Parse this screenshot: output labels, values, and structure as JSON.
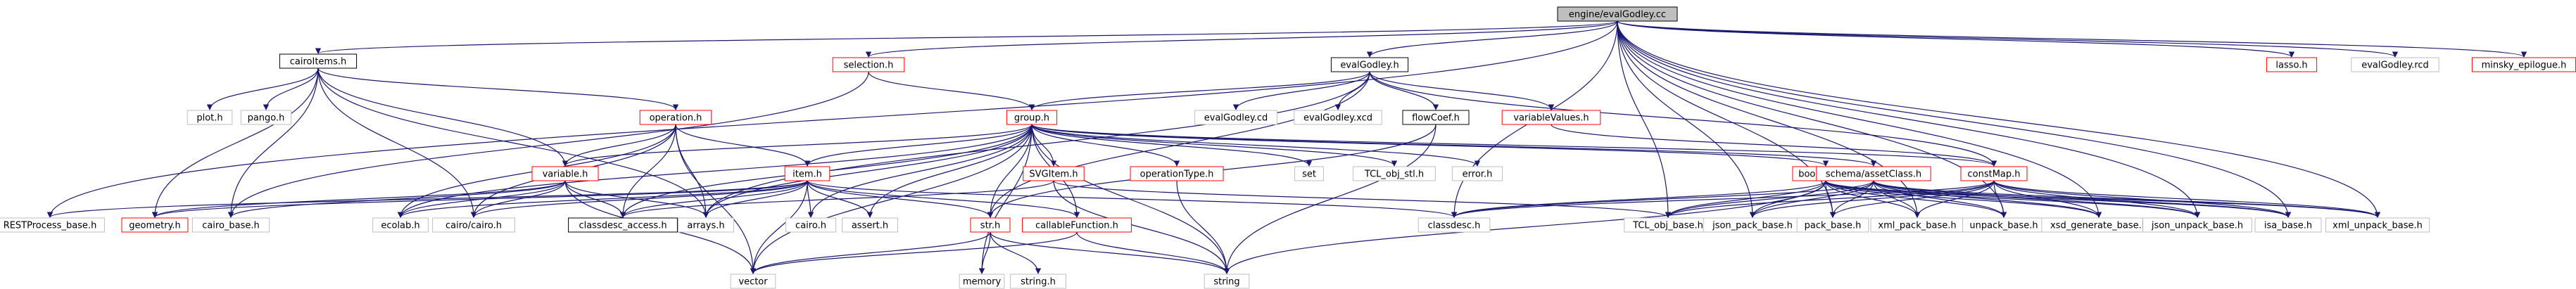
{
  "colors": {
    "edge": "#191970",
    "root_fill": "#bfbfbf",
    "root_border": "#000000",
    "doc_border": "#ff0000",
    "sys_border": "#bfbfbf",
    "plain_border": "#000000"
  },
  "nodes": {
    "root": {
      "label": "engine/evalGodley.cc",
      "kind": "root"
    },
    "cairoItems": {
      "label": "cairoItems.h",
      "kind": "plain"
    },
    "selection": {
      "label": "selection.h",
      "kind": "doc"
    },
    "evalGodley": {
      "label": "evalGodley.h",
      "kind": "plain"
    },
    "lasso": {
      "label": "lasso.h",
      "kind": "doc"
    },
    "evalGodleyrcd": {
      "label": "evalGodley.rcd",
      "kind": "sys"
    },
    "minskyEpilogue": {
      "label": "minsky_epilogue.h",
      "kind": "doc"
    },
    "plot": {
      "label": "plot.h",
      "kind": "sys"
    },
    "pango": {
      "label": "pango.h",
      "kind": "sys"
    },
    "operation": {
      "label": "operation.h",
      "kind": "doc"
    },
    "group": {
      "label": "group.h",
      "kind": "doc"
    },
    "evalGodleycd": {
      "label": "evalGodley.cd",
      "kind": "sys"
    },
    "evalGodleyxcd": {
      "label": "evalGodley.xcd",
      "kind": "sys"
    },
    "flowCoef": {
      "label": "flowCoef.h",
      "kind": "plain"
    },
    "variableValues": {
      "label": "variableValues.h",
      "kind": "doc"
    },
    "variable": {
      "label": "variable.h",
      "kind": "doc"
    },
    "item": {
      "label": "item.h",
      "kind": "doc"
    },
    "svgItem": {
      "label": "SVGItem.h",
      "kind": "doc"
    },
    "operationType": {
      "label": "operationType.h",
      "kind": "doc"
    },
    "set": {
      "label": "set",
      "kind": "sys"
    },
    "tclObjSt": {
      "label": "TCL_obj_stl.h",
      "kind": "sys"
    },
    "error": {
      "label": "error.h",
      "kind": "sys"
    },
    "bookmark": {
      "label": "bookmark.h",
      "kind": "doc"
    },
    "assetClass": {
      "label": "schema/assetClass.h",
      "kind": "doc"
    },
    "constMap": {
      "label": "constMap.h",
      "kind": "doc"
    },
    "restProcess": {
      "label": "RESTProcess_base.h",
      "kind": "sys"
    },
    "geometry": {
      "label": "geometry.h",
      "kind": "doc"
    },
    "cairoBase": {
      "label": "cairo_base.h",
      "kind": "sys"
    },
    "ecolab": {
      "label": "ecolab.h",
      "kind": "sys"
    },
    "cairoCairo": {
      "label": "cairo/cairo.h",
      "kind": "sys"
    },
    "classdescAccess": {
      "label": "classdesc_access.h",
      "kind": "plain"
    },
    "arrays": {
      "label": "arrays.h",
      "kind": "sys"
    },
    "cairo": {
      "label": "cairo.h",
      "kind": "sys"
    },
    "assert": {
      "label": "assert.h",
      "kind": "sys"
    },
    "classdesc": {
      "label": "classdesc.h",
      "kind": "sys"
    },
    "tclObjBase": {
      "label": "TCL_obj_base.h",
      "kind": "sys"
    },
    "jsonPackBase": {
      "label": "json_pack_base.h",
      "kind": "sys"
    },
    "packBase": {
      "label": "pack_base.h",
      "kind": "sys"
    },
    "xmlPackBase": {
      "label": "xml_pack_base.h",
      "kind": "sys"
    },
    "unpackBase": {
      "label": "unpack_base.h",
      "kind": "sys"
    },
    "xsdGenerate": {
      "label": "xsd_generate_base.h",
      "kind": "sys"
    },
    "jsonUnpackBase": {
      "label": "json_unpack_base.h",
      "kind": "sys"
    },
    "isaBase": {
      "label": "isa_base.h",
      "kind": "sys"
    },
    "xmlUnpackBase": {
      "label": "xml_unpack_base.h",
      "kind": "sys"
    },
    "str": {
      "label": "str.h",
      "kind": "doc"
    },
    "callableFunction": {
      "label": "callableFunction.h",
      "kind": "doc"
    },
    "vector": {
      "label": "vector",
      "kind": "sys"
    },
    "memory": {
      "label": "memory",
      "kind": "sys"
    },
    "stringh": {
      "label": "string.h",
      "kind": "sys"
    },
    "string": {
      "label": "string",
      "kind": "sys"
    }
  },
  "edges": [
    [
      "root",
      "cairoItems"
    ],
    [
      "root",
      "selection"
    ],
    [
      "root",
      "evalGodley"
    ],
    [
      "root",
      "lasso"
    ],
    [
      "root",
      "evalGodleyrcd"
    ],
    [
      "root",
      "minskyEpilogue"
    ],
    [
      "root",
      "restProcess"
    ],
    [
      "root",
      "classdesc"
    ],
    [
      "root",
      "tclObjBase"
    ],
    [
      "root",
      "jsonPackBase"
    ],
    [
      "root",
      "packBase"
    ],
    [
      "root",
      "xmlPackBase"
    ],
    [
      "root",
      "unpackBase"
    ],
    [
      "root",
      "xsdGenerate"
    ],
    [
      "root",
      "jsonUnpackBase"
    ],
    [
      "root",
      "isaBase"
    ],
    [
      "root",
      "xmlUnpackBase"
    ],
    [
      "cairoItems",
      "plot"
    ],
    [
      "cairoItems",
      "pango"
    ],
    [
      "cairoItems",
      "operation"
    ],
    [
      "cairoItems",
      "variable"
    ],
    [
      "cairoItems",
      "geometry"
    ],
    [
      "cairoItems",
      "cairoBase"
    ],
    [
      "cairoItems",
      "cairoCairo"
    ],
    [
      "cairoItems",
      "arrays"
    ],
    [
      "selection",
      "group"
    ],
    [
      "selection",
      "cairoBase"
    ],
    [
      "evalGodley",
      "group"
    ],
    [
      "evalGodley",
      "evalGodleycd"
    ],
    [
      "evalGodley",
      "evalGodleyxcd"
    ],
    [
      "evalGodley",
      "flowCoef"
    ],
    [
      "evalGodley",
      "variableValues"
    ],
    [
      "evalGodley",
      "constMap"
    ],
    [
      "evalGodley",
      "arrays"
    ],
    [
      "evalGodley",
      "str"
    ],
    [
      "operation",
      "item"
    ],
    [
      "operation",
      "variable"
    ],
    [
      "operation",
      "ecolab"
    ],
    [
      "operation",
      "cairoCairo"
    ],
    [
      "operation",
      "classdescAccess"
    ],
    [
      "operation",
      "arrays"
    ],
    [
      "operation",
      "vector"
    ],
    [
      "group",
      "variable"
    ],
    [
      "group",
      "item"
    ],
    [
      "group",
      "svgItem"
    ],
    [
      "group",
      "operationType"
    ],
    [
      "group",
      "set"
    ],
    [
      "group",
      "tclObjSt"
    ],
    [
      "group",
      "error"
    ],
    [
      "group",
      "bookmark"
    ],
    [
      "group",
      "ecolab"
    ],
    [
      "group",
      "arrays"
    ],
    [
      "group",
      "classdescAccess"
    ],
    [
      "group",
      "str"
    ],
    [
      "group",
      "callableFunction"
    ],
    [
      "group",
      "memory"
    ],
    [
      "group",
      "string"
    ],
    [
      "group",
      "vector"
    ],
    [
      "group",
      "cairo"
    ],
    [
      "group",
      "assert"
    ],
    [
      "group",
      "assetClass"
    ],
    [
      "group",
      "constMap"
    ],
    [
      "flowCoef",
      "str"
    ],
    [
      "flowCoef",
      "string"
    ],
    [
      "variableValues",
      "constMap"
    ],
    [
      "variable",
      "geometry"
    ],
    [
      "variable",
      "cairoBase"
    ],
    [
      "variable",
      "ecolab"
    ],
    [
      "variable",
      "cairoCairo"
    ],
    [
      "variable",
      "classdescAccess"
    ],
    [
      "variable",
      "arrays"
    ],
    [
      "variable",
      "vector"
    ],
    [
      "item",
      "geometry"
    ],
    [
      "item",
      "cairo"
    ],
    [
      "item",
      "assert"
    ],
    [
      "item",
      "str"
    ],
    [
      "item",
      "classdesc"
    ],
    [
      "item",
      "classdescAccess"
    ],
    [
      "item",
      "ecolab"
    ],
    [
      "item",
      "cairoCairo"
    ],
    [
      "item",
      "arrays"
    ],
    [
      "item",
      "vector"
    ],
    [
      "item",
      "callableFunction"
    ],
    [
      "item",
      "restProcess"
    ],
    [
      "svgItem",
      "classdescAccess"
    ],
    [
      "svgItem",
      "string"
    ],
    [
      "svgItem",
      "tclObjBase"
    ],
    [
      "operationType",
      "string"
    ],
    [
      "bookmark",
      "classdesc"
    ],
    [
      "bookmark",
      "tclObjBase"
    ],
    [
      "bookmark",
      "jsonPackBase"
    ],
    [
      "bookmark",
      "packBase"
    ],
    [
      "bookmark",
      "xmlPackBase"
    ],
    [
      "bookmark",
      "unpackBase"
    ],
    [
      "bookmark",
      "xsdGenerate"
    ],
    [
      "bookmark",
      "jsonUnpackBase"
    ],
    [
      "bookmark",
      "isaBase"
    ],
    [
      "bookmark",
      "xmlUnpackBase"
    ],
    [
      "bookmark",
      "string"
    ],
    [
      "assetClass",
      "classdesc"
    ],
    [
      "assetClass",
      "tclObjBase"
    ],
    [
      "assetClass",
      "jsonPackBase"
    ],
    [
      "assetClass",
      "packBase"
    ],
    [
      "assetClass",
      "xmlPackBase"
    ],
    [
      "assetClass",
      "unpackBase"
    ],
    [
      "assetClass",
      "xsdGenerate"
    ],
    [
      "assetClass",
      "jsonUnpackBase"
    ],
    [
      "assetClass",
      "isaBase"
    ],
    [
      "assetClass",
      "xmlUnpackBase"
    ],
    [
      "constMap",
      "classdesc"
    ],
    [
      "constMap",
      "tclObjBase"
    ],
    [
      "constMap",
      "jsonPackBase"
    ],
    [
      "constMap",
      "packBase"
    ],
    [
      "constMap",
      "xmlPackBase"
    ],
    [
      "constMap",
      "unpackBase"
    ],
    [
      "constMap",
      "xsdGenerate"
    ],
    [
      "constMap",
      "jsonUnpackBase"
    ],
    [
      "constMap",
      "isaBase"
    ],
    [
      "constMap",
      "xmlUnpackBase"
    ],
    [
      "str",
      "vector"
    ],
    [
      "str",
      "memory"
    ],
    [
      "str",
      "stringh"
    ],
    [
      "str",
      "string"
    ],
    [
      "callableFunction",
      "vector"
    ],
    [
      "callableFunction",
      "string"
    ]
  ]
}
